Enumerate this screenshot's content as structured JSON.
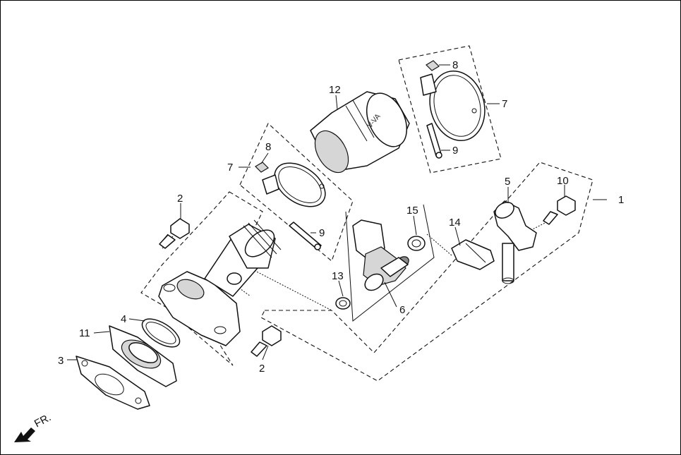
{
  "diagram": {
    "callouts": {
      "c1": "1",
      "c2a": "2",
      "c2b": "2",
      "c3": "3",
      "c4": "4",
      "c5": "5",
      "c6": "6",
      "c7a": "7",
      "c7b": "7",
      "c8a": "8",
      "c8b": "8",
      "c9a": "9",
      "c9b": "9",
      "c10": "10",
      "c11": "11",
      "c12": "12",
      "c13": "13",
      "c14": "14",
      "c15": "15"
    },
    "direction_label": "FR."
  }
}
